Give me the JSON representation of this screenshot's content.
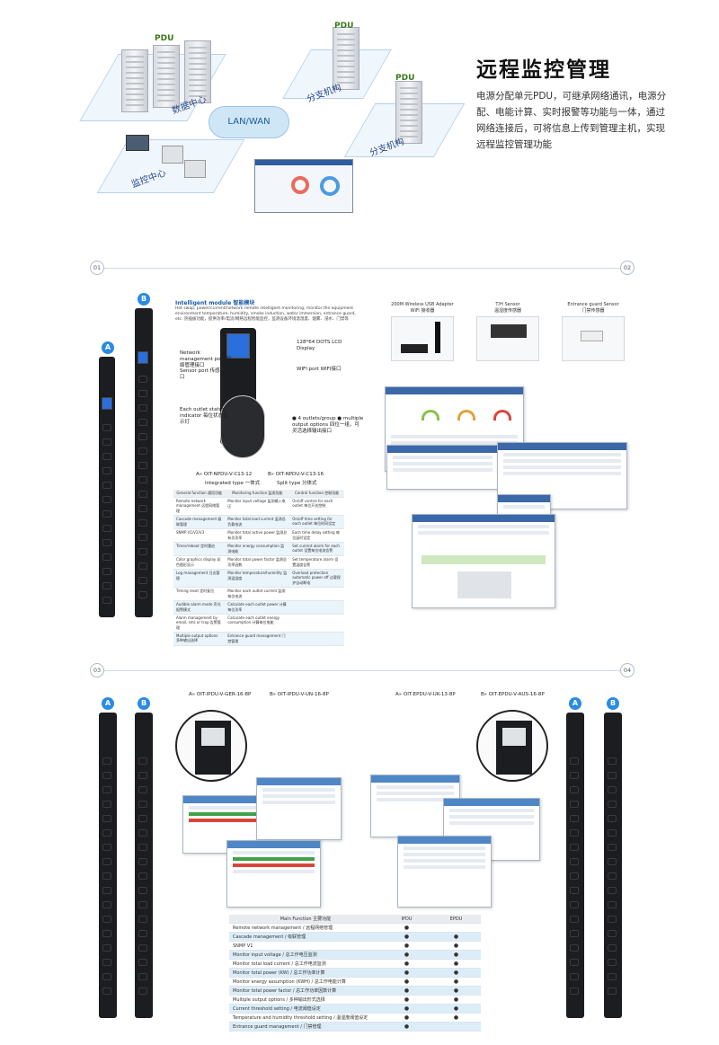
{
  "section1": {
    "title": "远程监控管理",
    "description": "电源分配单元PDU，可继承网络通讯，电源分配、电能计算、实时报警等功能与一体，通过网络连接后，可将信息上传到管理主机，实现远程监控管理功能",
    "pdu_labels": [
      "PDU",
      "PDU",
      "PDU"
    ],
    "zones": [
      "数据中心",
      "分支机构",
      "分支机构",
      "监控中心"
    ],
    "cloud_label": "LAN/WAN"
  },
  "section2": {
    "page_left": "01",
    "page_right": "02",
    "badges": [
      "A",
      "B"
    ],
    "module_title": "Intelligent module 智能模块",
    "module_desc": "Hot swap, power/current/network remote intelligent monitoring, monitor the equipment environment temperature, humidity, smoke induction, water immersion, entrance guard, etc. 热插拔功能，提供功率/电流/网络远程智能监控，监测设备环境温湿度、烟雾、浸水、门禁等",
    "callouts": {
      "network_port": "Network management port 网络管理接口",
      "sensor_port": "Sensor port 传感器接口",
      "lcd": "128*64 DOTS LCD Display",
      "wifi": "WIFI port WIFI接口",
      "outlet_status": "Each outlet status indicator 每位状态指示灯",
      "options": "● 4 outlets/group ● multiple output options 四位一组，可灵活选择输出接口"
    },
    "models": {
      "a": "A» OIT-NPDU-V-C13-12",
      "a_type": "Integrated type 一体式",
      "b": "B» OIT-NPDU-V-C13-16",
      "b_type": "Split type 分体式"
    },
    "spec_headers": [
      "General function 通用功能",
      "Monitoring function 监测功能",
      "Control function 控制功能"
    ],
    "spec_rows": [
      [
        "Remote network management 远程网络管理",
        "Monitor input voltage 监测输入电压",
        "On/off control for each outlet 每位开关控制"
      ],
      [
        "Cascade management 级联管理",
        "Monitor total load current 监测总负载电流",
        "On/off time setting for each outlet 每位时间设定"
      ],
      [
        "SNMP V1/V2/V3",
        "Monitor total active power 监测总有功功率",
        "Each time delay setting 每位延时设定"
      ],
      [
        "Timer/reboot 定时重启",
        "Monitor energy consumption 监测电能",
        "Set current alarm for each outlet 设置每位电流告警"
      ],
      [
        "Color graphics display 彩色图形显示",
        "Monitor total power factor 监测总功率因数",
        "Set temperature alarm 设置温度告警"
      ],
      [
        "Log management 日志管理",
        "Monitor temperature/humidity 监测温湿度",
        "Overload protection automatic power off 过载保护自动断电"
      ],
      [
        "Timing reset 定时复位",
        "Monitor each outlet current 监测每位电流",
        ""
      ],
      [
        "Audible alarm mode 声光报警模式",
        "Calculate each outlet power 计算每位功率",
        ""
      ],
      [
        "Alarm management by email, sms or trap 告警管理",
        "Calculate each outlet energy consumption 计算每位电能",
        ""
      ],
      [
        "Multiple output options 多种输出选择",
        "Entrance guard management 门禁管理",
        ""
      ]
    ],
    "accessories": [
      {
        "name": "200M Wireless USB Adapter",
        "cn": "WiFi 接收器"
      },
      {
        "name": "T/H Sensor",
        "cn": "温湿度传感器"
      },
      {
        "name": "Entrance guard Sensor",
        "cn": "门禁传感器"
      }
    ]
  },
  "section3": {
    "page_left": "03",
    "page_right": "04",
    "badges": [
      "A",
      "B",
      "A",
      "B"
    ],
    "models": [
      "A» OIT-IPDU-V-GER-16-8P",
      "B» OIT-IPDU-V-UN-16-8P",
      "A» OIT-EPDU-V-UK-13-8P",
      "B» OIT-EPDU-V-AUS-16-8P"
    ],
    "func_headers": [
      "Main Function 主要功能",
      "IPDU",
      "EPDU"
    ],
    "func_rows": [
      {
        "name": "Remote network management / 远程网络管理",
        "ipdu": "●",
        "epdu": ""
      },
      {
        "name": "Cascade management / 级联管理",
        "ipdu": "●",
        "epdu": "●"
      },
      {
        "name": "SNMP V1",
        "ipdu": "●",
        "epdu": "●"
      },
      {
        "name": "Monitor input voltage / 总工作电压监测",
        "ipdu": "●",
        "epdu": "●"
      },
      {
        "name": "Monitor total load current / 总工作电流监测",
        "ipdu": "●",
        "epdu": "●"
      },
      {
        "name": "Monitor total power (KW) / 总工作功率计算",
        "ipdu": "●",
        "epdu": "●"
      },
      {
        "name": "Monitor energy assumption (KWH) / 总工作电能计算",
        "ipdu": "●",
        "epdu": "●"
      },
      {
        "name": "Monitor total power factor / 总工作功率因数计算",
        "ipdu": "●",
        "epdu": "●"
      },
      {
        "name": "Multiple output options / 多种输出形式选择",
        "ipdu": "●",
        "epdu": "●"
      },
      {
        "name": "Current threshold setting / 电流阈值设定",
        "ipdu": "●",
        "epdu": "●"
      },
      {
        "name": "Temperature and humidity threshold setting / 温湿度阈值设定",
        "ipdu": "●",
        "epdu": "●"
      },
      {
        "name": "Entrance guard management / 门禁管理",
        "ipdu": "●",
        "epdu": ""
      }
    ]
  }
}
